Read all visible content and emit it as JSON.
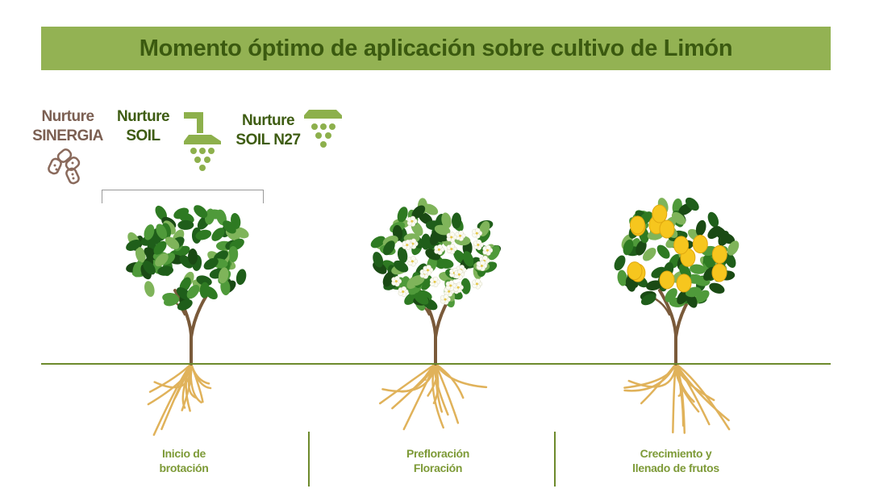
{
  "title": "Momento óptimo de aplicación sobre cultivo de Limón",
  "products": [
    {
      "line1": "Nurture",
      "line2": "SINERGIA",
      "icon": "capsules-icon",
      "color": "#7b5f52"
    },
    {
      "line1": "Nurture",
      "line2": "SOIL",
      "icon": "pipe-sprinkler-icon",
      "color": "#3e5c12"
    },
    {
      "line1": "Nurture",
      "line2": "SOIL N27",
      "icon": "sprinkler-icon",
      "color": "#3e5c12"
    }
  ],
  "stages": [
    {
      "line1": "Inicio de",
      "line2": "brotación",
      "tree": "leafy-tree"
    },
    {
      "line1": "Prefloración",
      "line2": "Floración",
      "tree": "flowering-tree"
    },
    {
      "line1": "Crecimiento y",
      "line2": "llenado de frutos",
      "tree": "fruiting-tree"
    }
  ],
  "colors": {
    "title_bar": "#93b253",
    "title_text": "#3b5a10",
    "accent": "#6d8a2c",
    "icon_green": "#8db04c"
  }
}
